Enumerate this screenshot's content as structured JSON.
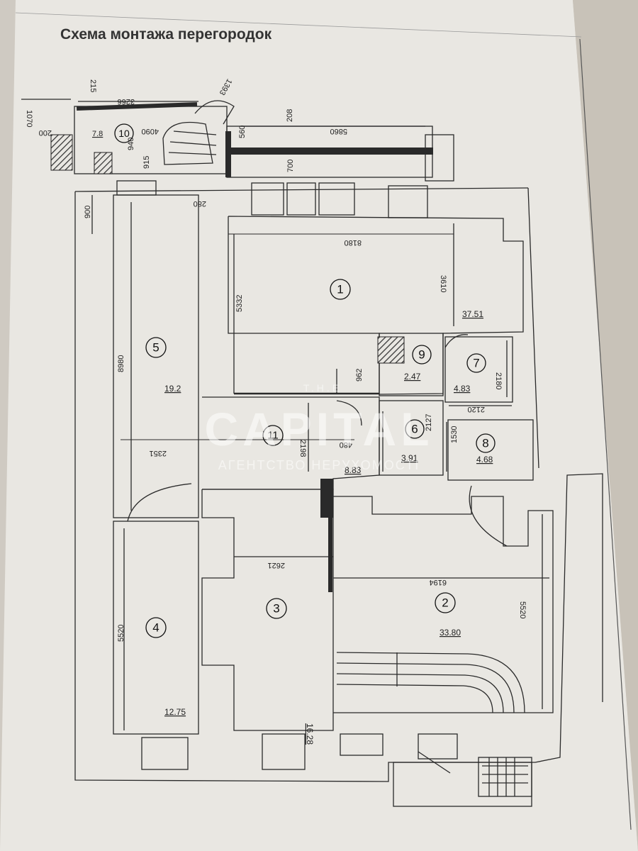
{
  "title": "Схема монтажа перегородок",
  "rooms": [
    {
      "num": "1",
      "area": "37.51"
    },
    {
      "num": "2",
      "area": "33.80"
    },
    {
      "num": "3",
      "area": "16.28"
    },
    {
      "num": "4",
      "area": "12.75"
    },
    {
      "num": "5",
      "area": "19.2"
    },
    {
      "num": "6",
      "area": "3.91"
    },
    {
      "num": "7",
      "area": "4.83"
    },
    {
      "num": "8",
      "area": "4.68"
    },
    {
      "num": "9",
      "area": "2.47"
    },
    {
      "num": "10",
      "area": "7.8"
    },
    {
      "num": "11",
      "area": "8.83"
    }
  ],
  "dimensions": {
    "room1_width": "8180",
    "room1_height": "5332",
    "room1_right": "3610",
    "room5_height": "8980",
    "room5_width": "2351",
    "room4_height": "5520",
    "room3_width": "2621",
    "room2_width": "6194",
    "room2_height": "5520",
    "room7_height": "2180",
    "room7_width": "2120",
    "room6_height": "2127",
    "room8_height": "1530",
    "room11_height": "2198",
    "room11_width": "480",
    "room9_height": "962",
    "top_long": "5860",
    "top_208": "208",
    "top_700": "700",
    "top_560": "560",
    "top_left": "3266",
    "top_1393": "1393",
    "top_215": "215",
    "left_1070": "1070",
    "left_200": "200",
    "r10_width": "4090",
    "r10_940": "940",
    "r10_915": "915",
    "left_900": "900",
    "corridor_280": "280"
  },
  "watermark": {
    "line1": "T.H.E",
    "line2": "CAPITAL",
    "line3": "АГЕНТСТВО НЕРУХОМОСТІ"
  },
  "colors": {
    "paper": "#e9e7e2",
    "background": "#cfcac2",
    "line": "#2a2a2a",
    "partition": "#3a3a3a"
  }
}
